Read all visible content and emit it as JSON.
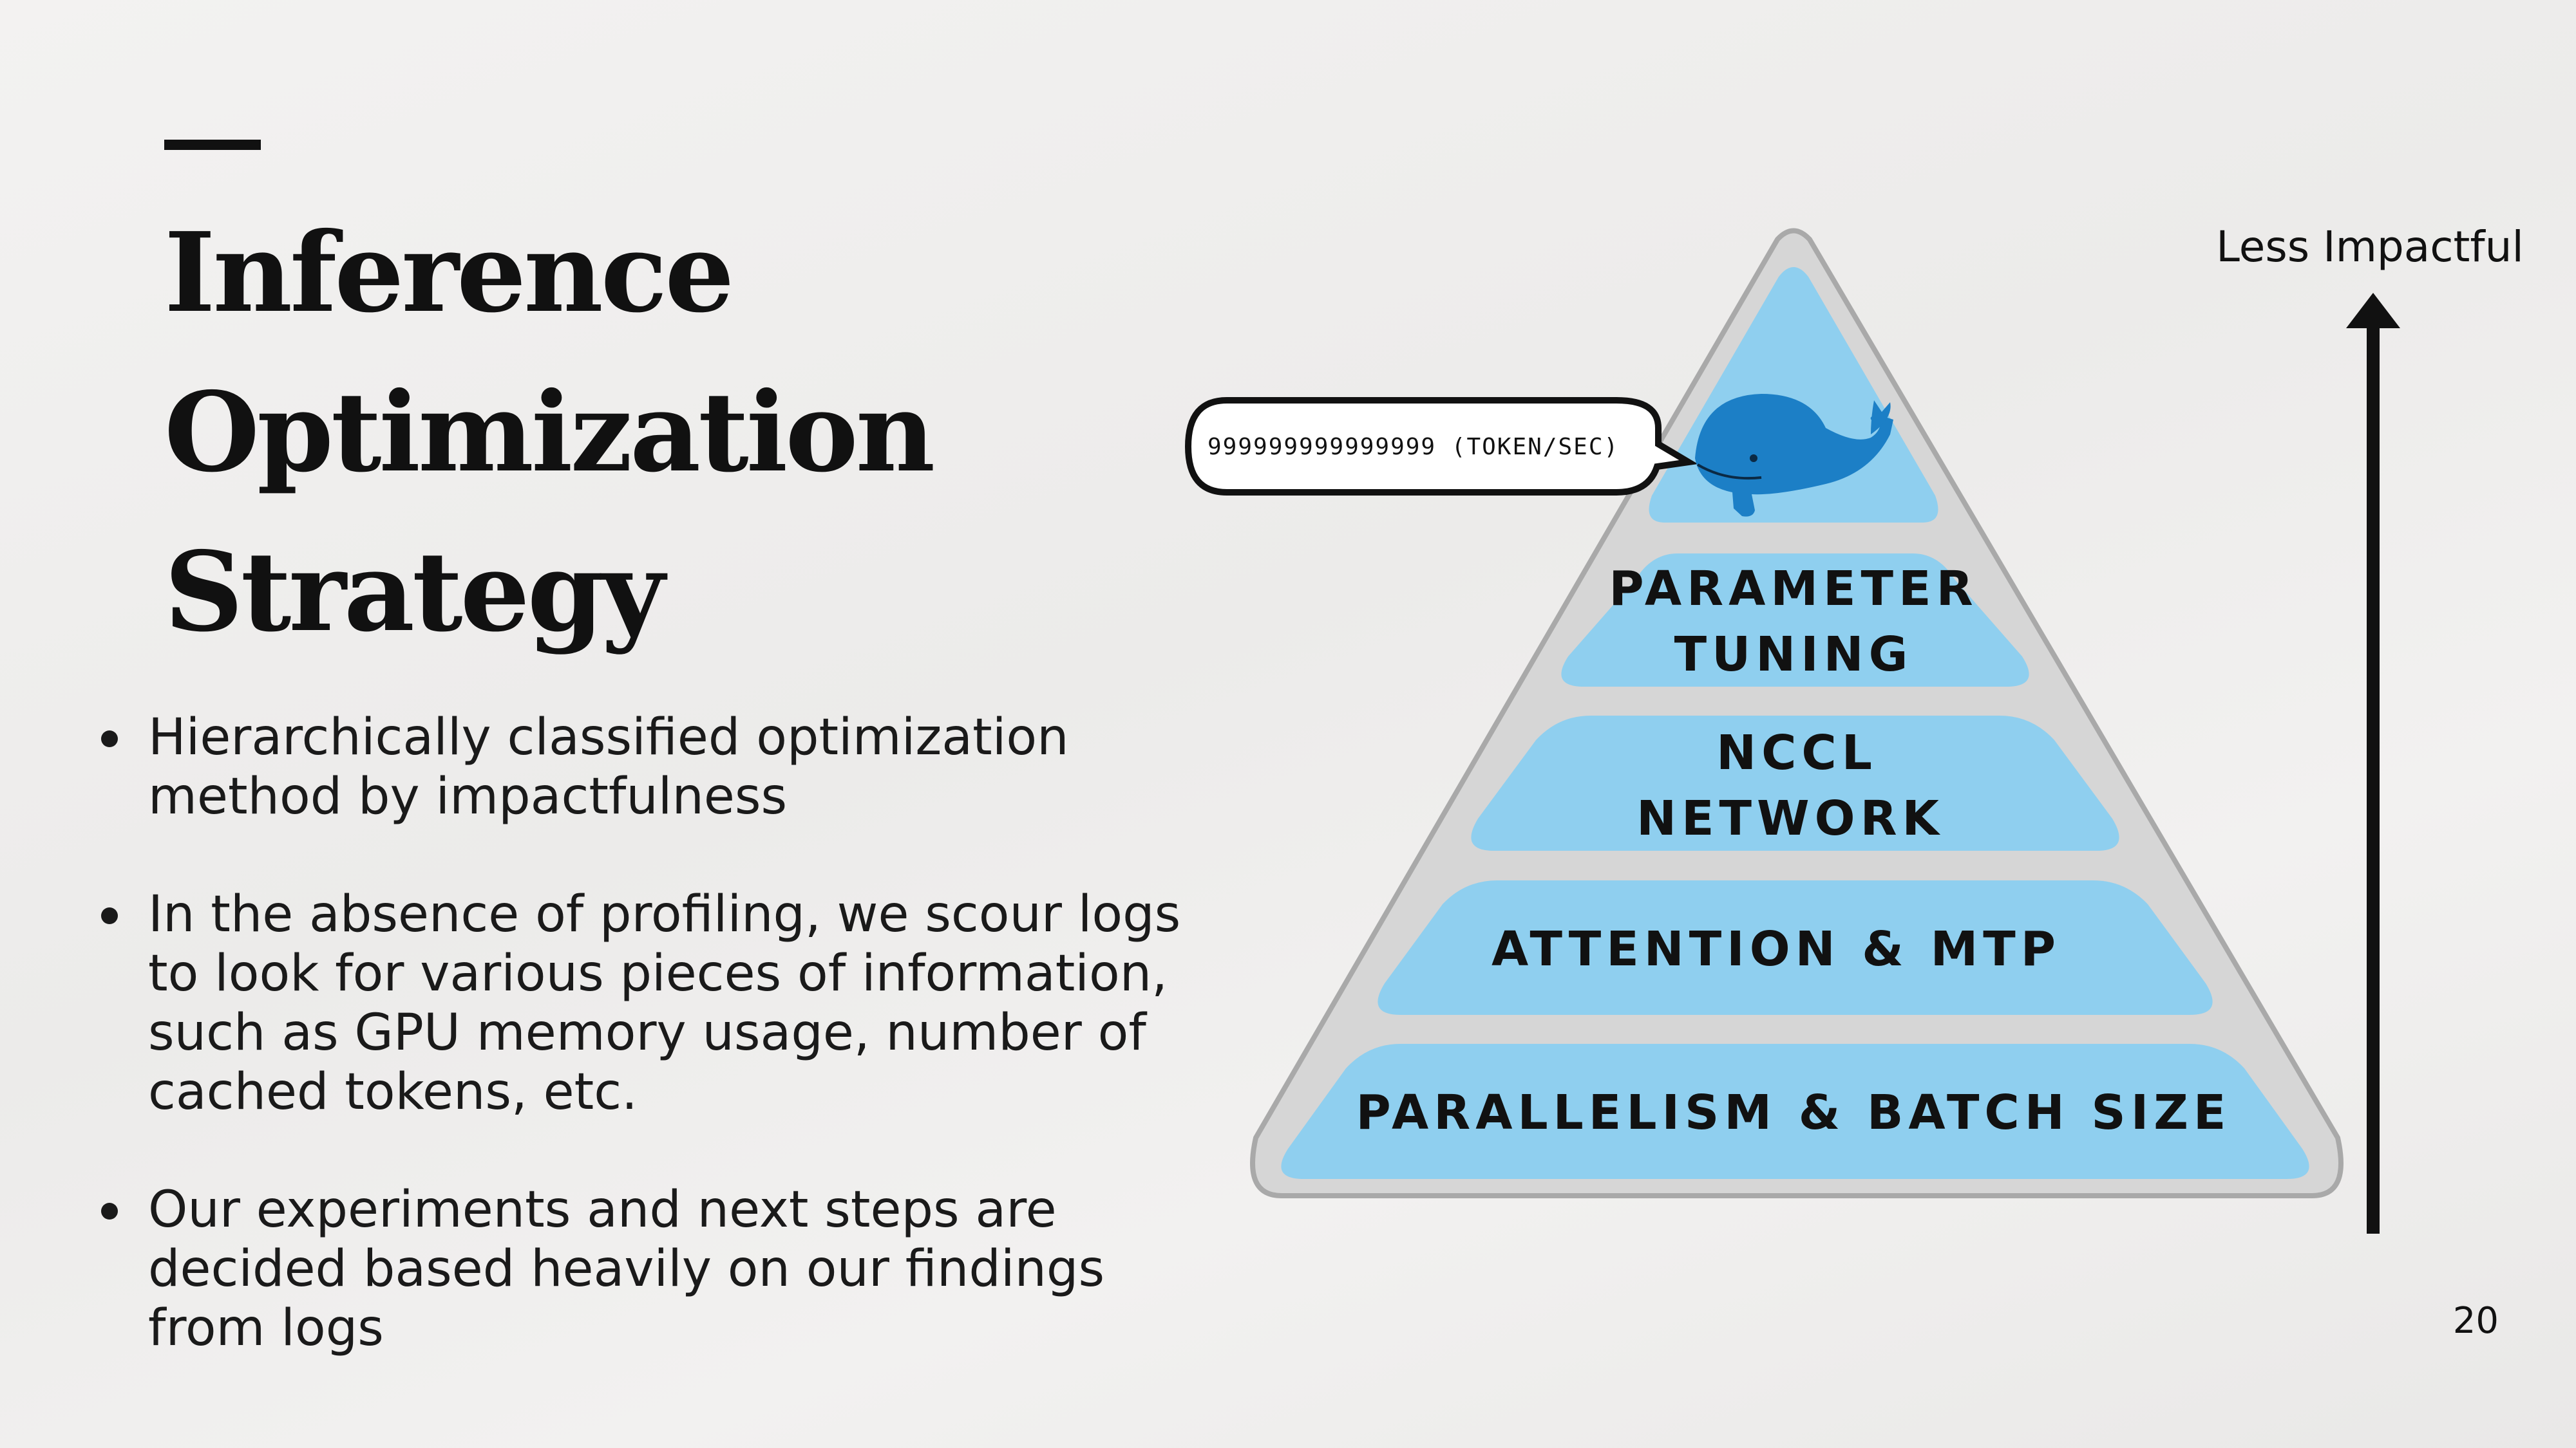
{
  "slide": {
    "title_lines": [
      "Inference",
      "Optimization",
      "Strategy"
    ],
    "bullets": [
      "Hierarchically classified optimization method by impactfulness",
      "In the absence of profiling, we scour logs to look for various pieces of information, such as GPU memory usage, number of cached tokens, etc.",
      "Our experiments and next steps are decided based heavily on our findings from logs"
    ],
    "page_number": "20"
  },
  "pyramid": {
    "speech_bubble": "999999999999999 (TOKEN/SEC)",
    "top_icon": "whale-icon",
    "levels": [
      {
        "lines": [
          "PARAMETER",
          "TUNING"
        ]
      },
      {
        "lines": [
          "NCCL",
          "NETWORK"
        ]
      },
      {
        "lines": [
          "ATTENTION & MTP"
        ]
      },
      {
        "lines": [
          "PARALLELISM & BATCH SIZE"
        ]
      }
    ],
    "colors": {
      "outer": "#d6d6d6",
      "outer_stroke": "#a9a9a9",
      "level_fill": "#8fcfef",
      "whale": "#1c7fc6"
    }
  },
  "axis": {
    "label": "Less Impactful"
  }
}
